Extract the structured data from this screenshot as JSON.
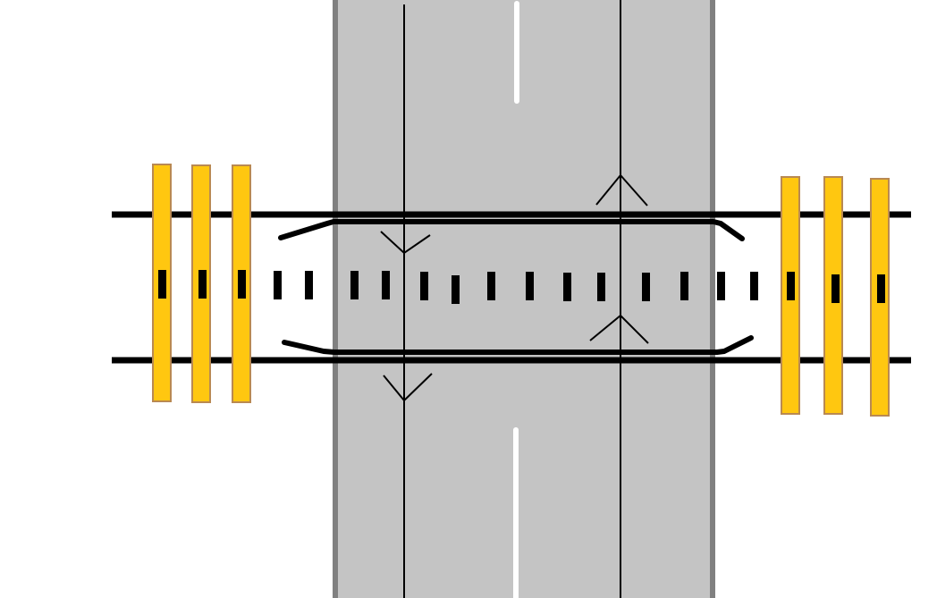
{
  "diagram": {
    "type": "railway-level-crossing",
    "road": {
      "lanes": 2,
      "centerline": "dashed",
      "lane_directions": [
        "down",
        "up"
      ]
    },
    "railway": {
      "track_count": 2,
      "crossing_pattern": "dashed"
    },
    "barrier_posts": {
      "left_count": 3,
      "right_count": 3
    }
  },
  "colors": {
    "background": "#ffffff",
    "road_surface": "#c4c4c4",
    "road_edge": "#808080",
    "lane_marking": "#ffffff",
    "rail": "#000000",
    "barrier_fill": "#ffc710",
    "barrier_border": "#b98952",
    "dash": "#000000"
  }
}
